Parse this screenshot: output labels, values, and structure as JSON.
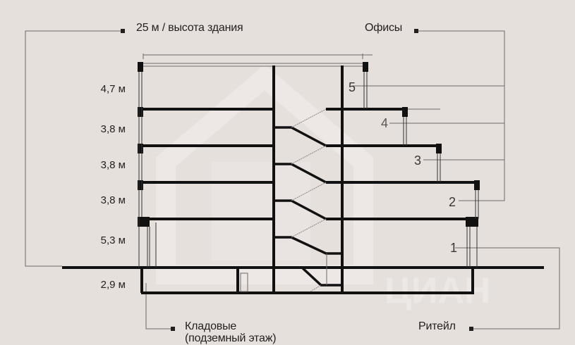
{
  "title": "25 м / высота здания",
  "labels": {
    "offices": "Офисы",
    "storage_line1": "Кладовые",
    "storage_line2": "(подземный этаж)",
    "retail": "Ритейл"
  },
  "floor_heights": [
    {
      "floor": "5",
      "height": "4,7 м"
    },
    {
      "floor": "4",
      "height": "3,8 м"
    },
    {
      "floor": "3",
      "height": "3,8 м"
    },
    {
      "floor": "2",
      "height": "3,8 м"
    },
    {
      "floor": "1",
      "height": "5,3 м"
    },
    {
      "floor": "-1",
      "height": "2,9 м"
    }
  ],
  "floor_numbers": [
    "5",
    "4",
    "3",
    "2",
    "1"
  ],
  "watermark": "ЦИАН",
  "colors": {
    "background": "#e6e0dd",
    "lines": "#111111",
    "thin_lines": "#6d6866",
    "text": "#231f1f",
    "watermark": "#f1edeb"
  }
}
